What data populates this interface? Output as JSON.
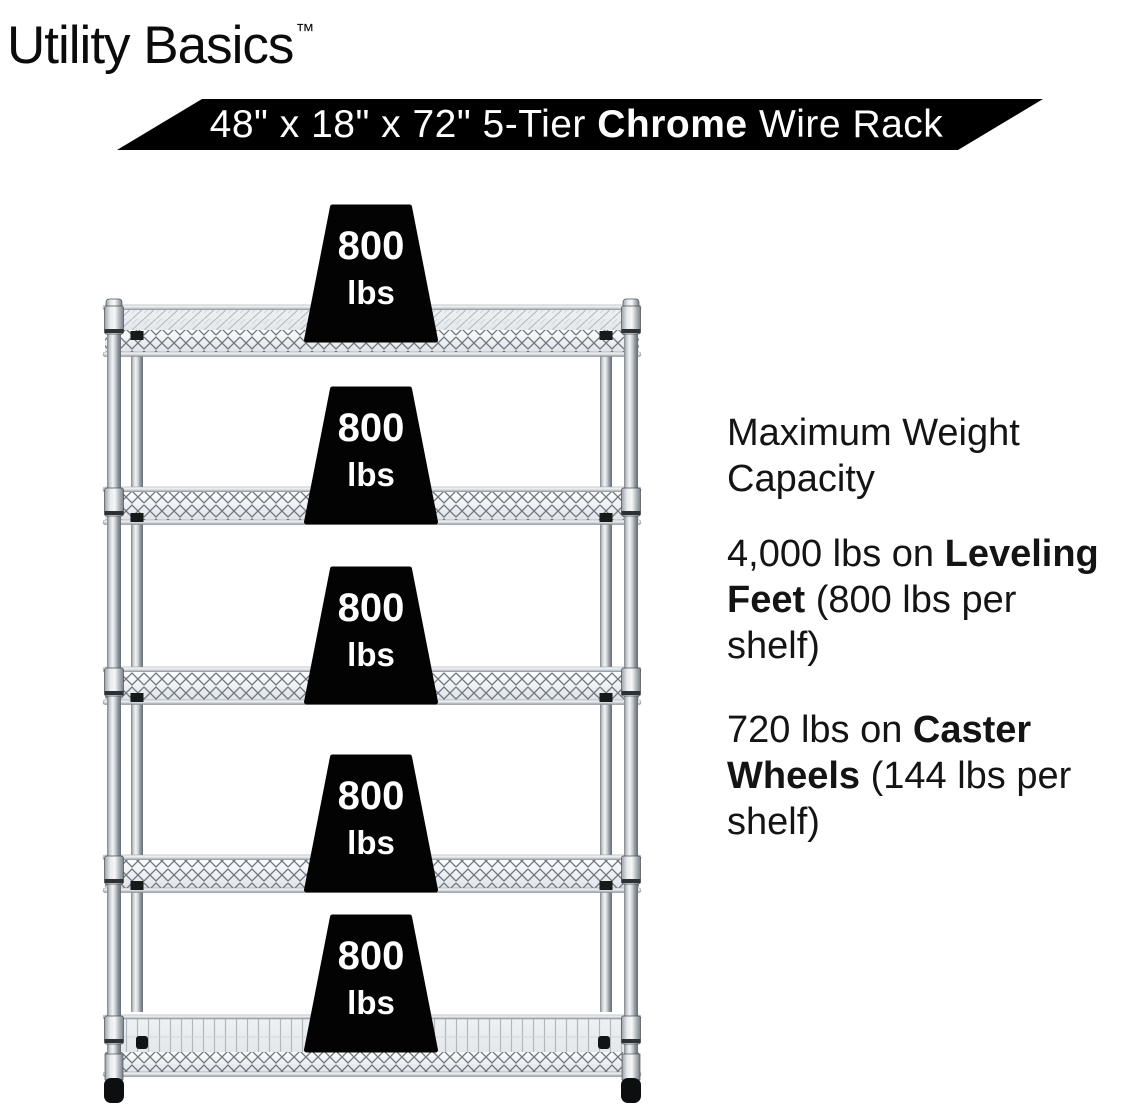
{
  "logo": {
    "name": "Utility Basics",
    "trademark": "™"
  },
  "banner": {
    "segments": [
      {
        "text": "48\" x 18\" x 72\" 5-Tier ",
        "bold": false
      },
      {
        "text": "Chrome",
        "bold": true
      },
      {
        "text": " Wire Rack",
        "bold": false
      }
    ]
  },
  "rack": {
    "description": "5-tier chrome wire shelving rack with leveling feet",
    "weights": [
      {
        "value": "800",
        "unit": "lbs"
      },
      {
        "value": "800",
        "unit": "lbs"
      },
      {
        "value": "800",
        "unit": "lbs"
      },
      {
        "value": "800",
        "unit": "lbs"
      },
      {
        "value": "800",
        "unit": "lbs"
      }
    ]
  },
  "specs": {
    "heading": "Maximum Weight Capacity",
    "leveling": {
      "pre": "4,000 lbs on ",
      "bold": "Leveling Feet",
      "post": " (800 lbs per shelf)"
    },
    "caster": {
      "pre": "720 lbs on ",
      "bold": "Caster Wheels",
      "post": " (144 lbs per shelf)"
    }
  },
  "colors": {
    "black": "#000000",
    "white": "#ffffff",
    "text": "#141414",
    "chrome_highlight": "#f2f4f6",
    "chrome_mid": "#b7bdc3",
    "chrome_shadow": "#6e767f"
  }
}
